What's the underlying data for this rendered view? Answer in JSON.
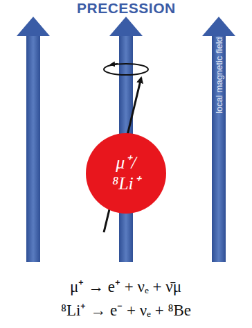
{
  "diagram": {
    "title": "PRECESSION",
    "nodes": [
      {
        "text": [
          "μ⁺/ ⁸Li⁺"
        ]
      }
    ],
    "edges": [],
    "labels": [
      "local magnetic field",
      "μ⁺ → e⁺ + νₑ + ν̄μ",
      "⁸Li⁺ → e⁻ + νₑ + ⁸Be"
    ]
  }
}
